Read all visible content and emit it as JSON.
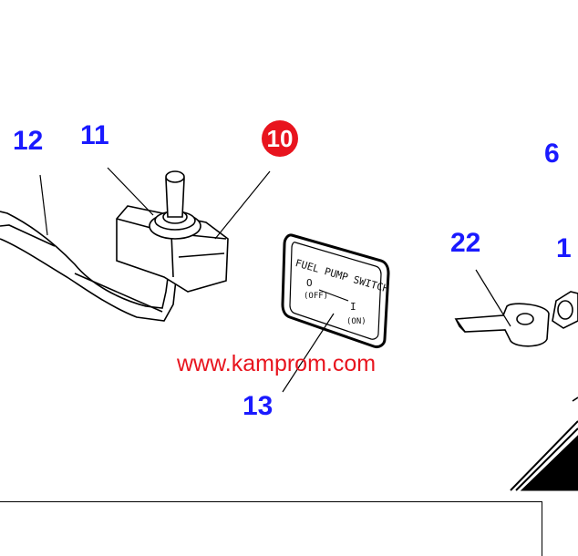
{
  "callouts": {
    "part_12": "12",
    "part_11": "11",
    "part_10": "10",
    "part_6": "6",
    "part_1": "1",
    "part_22": "22",
    "part_13": "13"
  },
  "plate": {
    "line1": "FUEL PUMP SWITCH",
    "off": "(OFF)",
    "on": "(ON)",
    "off_mark": "O",
    "on_mark": "I"
  },
  "watermark": "www.kamprom.com",
  "colors": {
    "callout": "#1a1aff",
    "highlight_badge": "#e8141e",
    "watermark": "#e8141e",
    "line": "#000000"
  }
}
